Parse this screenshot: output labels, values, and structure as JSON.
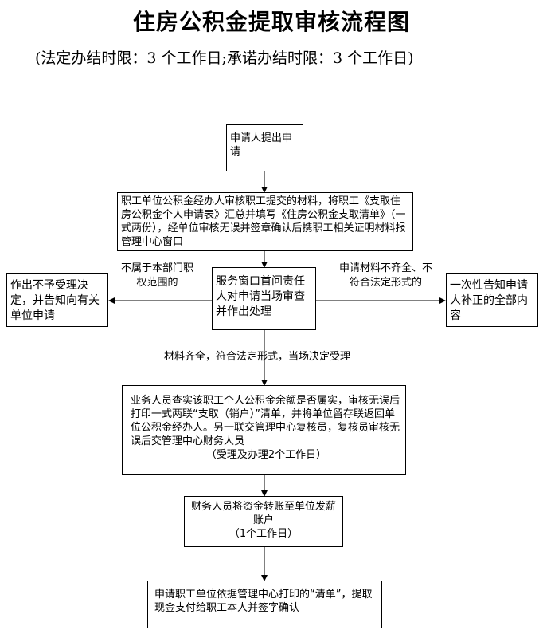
{
  "title": "住房公积金提取审核流程图",
  "subtitle": "(法定办结时限：3 个工作日;承诺办结时限：3 个工作日)",
  "nodes": {
    "apply": "申请人提出申请",
    "unit_review": "职工单位公积金经办人审核职工提交的材料，将职工《支取住房公积金个人申请表》汇总并填写《住房公积金支取清单》（一式两份），经单位审核无误并签章确认后携职工相关证明材料报管理中心窗口",
    "window_review": "服务窗口首问责任人对申请当场审查并作出处理",
    "reject": "作出不予受理决定，并告知向有关单位申请",
    "notify": "一次性告知申请人补正的全部内容",
    "verify_line1": "业务人员查实该职工个人公积金余额是否属实，审核无误后打印一式两联“支取（销户）”清单，并将单位留存联返回单位公积金经办人。另一联交管理中心复核员，复核员审核无误后交管理中心财务人员",
    "verify_line2": "（受理及办理2个工作日）",
    "transfer_line1": "财务人员将资金转账至单位发薪账户",
    "transfer_line2": "（1个工作日）",
    "final": "申请职工单位依据管理中心打印的“清单”，提取现金支付给职工本人并签字确认"
  },
  "edge_labels": {
    "not_in_scope": "不属于本部门职权范围的",
    "incomplete": "申请材料不齐全、不符合法定形式的",
    "complete": "材料齐全，符合法定形式，当场决定受理"
  }
}
